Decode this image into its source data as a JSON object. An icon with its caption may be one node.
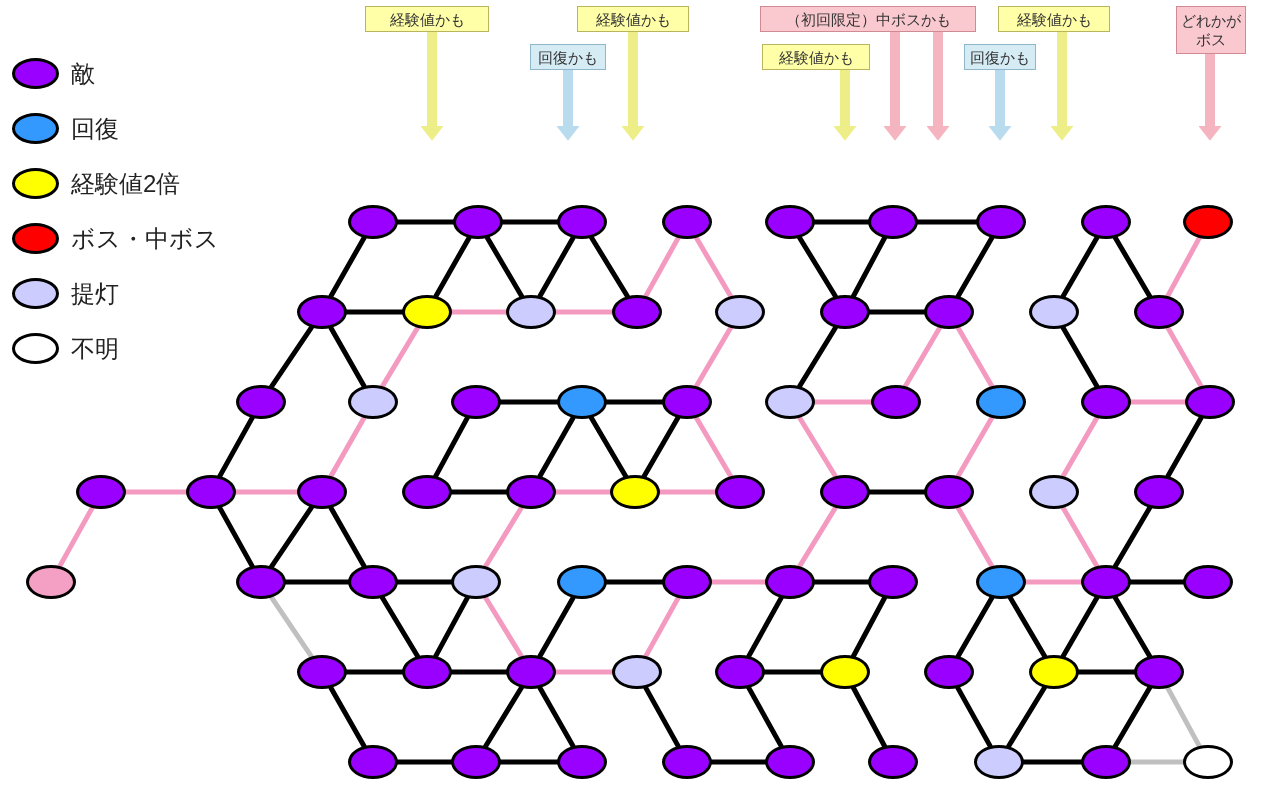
{
  "diagram": {
    "nodes": [
      {
        "text": [
          "経験値かも"
        ]
      },
      {
        "text": [
          "経験値かも"
        ]
      },
      {
        "text": [
          "（初回限定）中ボスかも"
        ]
      },
      {
        "text": [
          "経験値かも"
        ]
      },
      {
        "text": [
          "どれかがボス"
        ]
      },
      {
        "text": [
          "回復かも"
        ]
      },
      {
        "text": [
          "経験値かも"
        ]
      },
      {
        "text": [
          "回復かも"
        ]
      },
      {
        "text": [],
        "shape": "circle"
      },
      {
        "text": [],
        "shape": "circle"
      },
      {
        "text": [],
        "shape": "circle"
      },
      {
        "text": [],
        "shape": "circle"
      },
      {
        "text": [],
        "shape": "circle"
      },
      {
        "text": [],
        "shape": "circle"
      },
      {
        "text": [],
        "shape": "circle"
      },
      {
        "text": [],
        "shape": "circle"
      },
      {
        "text": [],
        "shape": "circle"
      },
      {
        "text": [],
        "shape": "circle"
      },
      {
        "text": [],
        "shape": "circle"
      },
      {
        "text": [],
        "shape": "circle"
      },
      {
        "text": [],
        "shape": "circle"
      },
      {
        "text": [],
        "shape": "circle"
      },
      {
        "text": [],
        "shape": "circle"
      },
      {
        "text": [],
        "shape": "circle"
      },
      {
        "text": [],
        "shape": "circle"
      },
      {
        "text": [],
        "shape": "circle"
      },
      {
        "text": [],
        "shape": "circle"
      },
      {
        "text": [],
        "shape": "circle"
      },
      {
        "text": [],
        "shape": "circle"
      },
      {
        "text": [],
        "shape": "circle"
      },
      {
        "text": [],
        "shape": "circle"
      },
      {
        "text": [],
        "shape": "circle"
      },
      {
        "text": [],
        "shape": "circle"
      },
      {
        "text": [],
        "shape": "circle"
      },
      {
        "text": [],
        "shape": "circle"
      },
      {
        "text": [],
        "shape": "circle"
      },
      {
        "text": [],
        "shape": "circle"
      },
      {
        "text": [],
        "shape": "circle"
      },
      {
        "text": [],
        "shape": "circle"
      },
      {
        "text": [],
        "shape": "circle"
      },
      {
        "text": [],
        "shape": "circle"
      },
      {
        "text": [],
        "shape": "circle"
      },
      {
        "text": [],
        "shape": "circle"
      },
      {
        "text": [],
        "shape": "circle"
      },
      {
        "text": [],
        "shape": "circle"
      },
      {
        "text": [],
        "shape": "circle"
      },
      {
        "text": [],
        "shape": "circle"
      },
      {
        "text": [],
        "shape": "circle"
      },
      {
        "text": [],
        "shape": "circle"
      },
      {
        "text": [],
        "shape": "circle"
      },
      {
        "text": [],
        "shape": "circle"
      },
      {
        "text": [],
        "shape": "circle"
      },
      {
        "text": [],
        "shape": "circle"
      },
      {
        "text": [],
        "shape": "circle"
      },
      {
        "text": [],
        "shape": "circle"
      },
      {
        "text": [],
        "shape": "circle"
      },
      {
        "text": [],
        "shape": "circle"
      },
      {
        "text": [],
        "shape": "circle"
      },
      {
        "text": [],
        "shape": "circle"
      },
      {
        "text": [],
        "shape": "circle"
      },
      {
        "text": [],
        "shape": "circle"
      },
      {
        "text": [],
        "shape": "circle"
      },
      {
        "text": [],
        "shape": "circle"
      },
      {
        "text": [],
        "shape": "circle"
      },
      {
        "text": [],
        "shape": "circle"
      },
      {
        "text": [],
        "shape": "circle"
      },
      {
        "text": [],
        "shape": "circle"
      },
      {
        "text": [],
        "shape": "circle"
      },
      {
        "text": [],
        "shape": "circle"
      },
      {
        "text": [],
        "shape": "circle"
      },
      {
        "text": [],
        "shape": "circle"
      },
      {
        "text": [],
        "shape": "circle"
      },
      {
        "text": [],
        "shape": "circle"
      },
      {
        "text": [],
        "shape": "circle"
      },
      {
        "text": [],
        "shape": "circle"
      },
      {
        "text": [],
        "shape": "circle"
      }
    ],
    "edges": [
      {
        "from": 0,
        "to": null,
        "arrow": "to",
        "style": "thick",
        "color": "#eeee88"
      },
      {
        "from": 1,
        "to": null,
        "arrow": "to",
        "style": "thick",
        "color": "#eeee88"
      },
      {
        "from": 2,
        "to": null,
        "arrow": "to",
        "style": "thick",
        "color": "#f4b4c0"
      },
      {
        "from": 2,
        "to": null,
        "arrow": "to",
        "style": "thick",
        "color": "#f4b4c0"
      },
      {
        "from": 3,
        "to": null,
        "arrow": "to",
        "style": "thick",
        "color": "#eeee88"
      },
      {
        "from": 4,
        "to": null,
        "arrow": "to",
        "style": "thick",
        "color": "#f4b4c0"
      },
      {
        "from": 5,
        "to": null,
        "arrow": "to",
        "style": "thick",
        "color": "#b8dcee"
      },
      {
        "from": 6,
        "to": null,
        "arrow": "to",
        "style": "thick",
        "color": "#eeee88"
      },
      {
        "from": 7,
        "to": null,
        "arrow": "to",
        "style": "thick",
        "color": "#b8dcee"
      },
      {
        "from": 47,
        "to": 36,
        "arrow": "none",
        "color": "#f49ac1"
      },
      {
        "from": 36,
        "to": 37,
        "arrow": "none",
        "color": "#f49ac1"
      },
      {
        "from": 37,
        "to": 38,
        "arrow": "none",
        "color": "#f49ac1"
      },
      {
        "from": 37,
        "to": 26,
        "arrow": "none"
      },
      {
        "from": 37,
        "to": 48,
        "arrow": "none"
      },
      {
        "from": 26,
        "to": 17,
        "arrow": "none"
      },
      {
        "from": 17,
        "to": 8,
        "arrow": "none"
      },
      {
        "from": 17,
        "to": 18,
        "arrow": "none"
      },
      {
        "from": 17,
        "to": 27,
        "arrow": "none"
      },
      {
        "from": 27,
        "to": 18,
        "arrow": "none",
        "color": "#f49ac1"
      },
      {
        "from": 38,
        "to": 27,
        "arrow": "none",
        "color": "#f49ac1"
      },
      {
        "from": 48,
        "to": 38,
        "arrow": "none"
      },
      {
        "from": 38,
        "to": 49,
        "arrow": "none"
      },
      {
        "from": 48,
        "to": 49,
        "arrow": "none"
      },
      {
        "from": 48,
        "to": 58,
        "arrow": "none",
        "color": "#c0c0c0"
      },
      {
        "from": 8,
        "to": 9,
        "arrow": "none"
      },
      {
        "from": 18,
        "to": 9,
        "arrow": "none"
      },
      {
        "from": 9,
        "to": 10,
        "arrow": "none"
      },
      {
        "from": 9,
        "to": 19,
        "arrow": "none"
      },
      {
        "from": 19,
        "to": 10,
        "arrow": "none"
      },
      {
        "from": 10,
        "to": 20,
        "arrow": "none"
      },
      {
        "from": 18,
        "to": 19,
        "arrow": "none",
        "color": "#f49ac1"
      },
      {
        "from": 19,
        "to": 20,
        "arrow": "none",
        "color": "#f49ac1"
      },
      {
        "from": 20,
        "to": 11,
        "arrow": "none",
        "color": "#f49ac1"
      },
      {
        "from": 11,
        "to": 21,
        "arrow": "none",
        "color": "#f49ac1"
      },
      {
        "from": 30,
        "to": 21,
        "arrow": "none",
        "color": "#f49ac1"
      },
      {
        "from": 28,
        "to": 29,
        "arrow": "none"
      },
      {
        "from": 39,
        "to": 28,
        "arrow": "none"
      },
      {
        "from": 40,
        "to": 29,
        "arrow": "none"
      },
      {
        "from": 29,
        "to": 41,
        "arrow": "none"
      },
      {
        "from": 29,
        "to": 30,
        "arrow": "none"
      },
      {
        "from": 41,
        "to": 30,
        "arrow": "none"
      },
      {
        "from": 30,
        "to": 42,
        "arrow": "none",
        "color": "#f49ac1"
      },
      {
        "from": 39,
        "to": 40,
        "arrow": "none"
      },
      {
        "from": 40,
        "to": 41,
        "arrow": "none",
        "color": "#f49ac1"
      },
      {
        "from": 41,
        "to": 42,
        "arrow": "none",
        "color": "#f49ac1"
      },
      {
        "from": 50,
        "to": 40,
        "arrow": "none",
        "color": "#f49ac1"
      },
      {
        "from": 49,
        "to": 50,
        "arrow": "none"
      },
      {
        "from": 49,
        "to": 59,
        "arrow": "none"
      },
      {
        "from": 59,
        "to": 50,
        "arrow": "none"
      },
      {
        "from": 50,
        "to": 60,
        "arrow": "none",
        "color": "#f49ac1"
      },
      {
        "from": 60,
        "to": 51,
        "arrow": "none"
      },
      {
        "from": 51,
        "to": 52,
        "arrow": "none"
      },
      {
        "from": 61,
        "to": 52,
        "arrow": "none",
        "color": "#f49ac1"
      },
      {
        "from": 52,
        "to": 53,
        "arrow": "none",
        "color": "#f49ac1"
      },
      {
        "from": 58,
        "to": 59,
        "arrow": "none"
      },
      {
        "from": 58,
        "to": 67,
        "arrow": "none"
      },
      {
        "from": 59,
        "to": 60,
        "arrow": "none"
      },
      {
        "from": 60,
        "to": 61,
        "arrow": "none",
        "color": "#f49ac1"
      },
      {
        "from": 68,
        "to": 60,
        "arrow": "none"
      },
      {
        "from": 60,
        "to": 69,
        "arrow": "none"
      },
      {
        "from": 67,
        "to": 68,
        "arrow": "none"
      },
      {
        "from": 68,
        "to": 69,
        "arrow": "none"
      },
      {
        "from": 61,
        "to": 70,
        "arrow": "none"
      },
      {
        "from": 70,
        "to": 71,
        "arrow": "none"
      },
      {
        "from": 62,
        "to": 53,
        "arrow": "none"
      },
      {
        "from": 62,
        "to": 63,
        "arrow": "none"
      },
      {
        "from": 62,
        "to": 71,
        "arrow": "none"
      },
      {
        "from": 63,
        "to": 54,
        "arrow": "none"
      },
      {
        "from": 53,
        "to": 54,
        "arrow": "none"
      },
      {
        "from": 63,
        "to": 72,
        "arrow": "none"
      },
      {
        "from": 53,
        "to": 43,
        "arrow": "none",
        "color": "#f49ac1"
      },
      {
        "from": 43,
        "to": 44,
        "arrow": "none"
      },
      {
        "from": 31,
        "to": 43,
        "arrow": "none",
        "color": "#f49ac1"
      },
      {
        "from": 31,
        "to": 32,
        "arrow": "none",
        "color": "#f49ac1"
      },
      {
        "from": 31,
        "to": 22,
        "arrow": "none"
      },
      {
        "from": 12,
        "to": 22,
        "arrow": "none"
      },
      {
        "from": 22,
        "to": 13,
        "arrow": "none"
      },
      {
        "from": 12,
        "to": 13,
        "arrow": "none"
      },
      {
        "from": 13,
        "to": 14,
        "arrow": "none"
      },
      {
        "from": 23,
        "to": 14,
        "arrow": "none"
      },
      {
        "from": 22,
        "to": 23,
        "arrow": "none"
      },
      {
        "from": 32,
        "to": 23,
        "arrow": "none",
        "color": "#f49ac1"
      },
      {
        "from": 23,
        "to": 33,
        "arrow": "none",
        "color": "#f49ac1"
      },
      {
        "from": 44,
        "to": 33,
        "arrow": "none",
        "color": "#f49ac1"
      },
      {
        "from": 44,
        "to": 55,
        "arrow": "none",
        "color": "#f49ac1"
      },
      {
        "from": 55,
        "to": 56,
        "arrow": "none",
        "color": "#f49ac1"
      },
      {
        "from": 64,
        "to": 55,
        "arrow": "none"
      },
      {
        "from": 55,
        "to": 65,
        "arrow": "none"
      },
      {
        "from": 64,
        "to": 73,
        "arrow": "none"
      },
      {
        "from": 73,
        "to": 65,
        "arrow": "none"
      },
      {
        "from": 73,
        "to": 74,
        "arrow": "none"
      },
      {
        "from": 65,
        "to": 56,
        "arrow": "none"
      },
      {
        "from": 65,
        "to": 66,
        "arrow": "none"
      },
      {
        "from": 56,
        "to": 66,
        "arrow": "none"
      },
      {
        "from": 74,
        "to": 66,
        "arrow": "none"
      },
      {
        "from": 66,
        "to": 75,
        "arrow": "none",
        "color": "#c0c0c0"
      },
      {
        "from": 74,
        "to": 75,
        "arrow": "none",
        "color": "#c0c0c0"
      },
      {
        "from": 56,
        "to": 57,
        "arrow": "none"
      },
      {
        "from": 45,
        "to": 56,
        "arrow": "none",
        "color": "#f49ac1"
      },
      {
        "from": 56,
        "to": 46,
        "arrow": "none"
      },
      {
        "from": 45,
        "to": 34,
        "arrow": "none",
        "color": "#f49ac1"
      },
      {
        "from": 34,
        "to": 35,
        "arrow": "none",
        "color": "#f49ac1"
      },
      {
        "from": 46,
        "to": 35,
        "arrow": "none"
      },
      {
        "from": 25,
        "to": 35,
        "arrow": "none",
        "color": "#f49ac1"
      },
      {
        "from": 25,
        "to": 16,
        "arrow": "none",
        "color": "#f49ac1"
      },
      {
        "from": 15,
        "to": 25,
        "arrow": "none"
      },
      {
        "from": 24,
        "to": 15,
        "arrow": "none"
      },
      {
        "from": 24,
        "to": 34,
        "arrow": "none"
      }
    ],
    "legend": [
      {
        "text": "敵",
        "color": "#9900ff"
      },
      {
        "text": "回復",
        "color": "#3399ff"
      },
      {
        "text": "経験値2倍",
        "color": "#ffff00"
      },
      {
        "text": "ボス・中ボス",
        "color": "#ff0000"
      },
      {
        "text": "提灯",
        "color": "#ccccff"
      },
      {
        "text": "不明",
        "color": "#ffffff"
      }
    ]
  }
}
